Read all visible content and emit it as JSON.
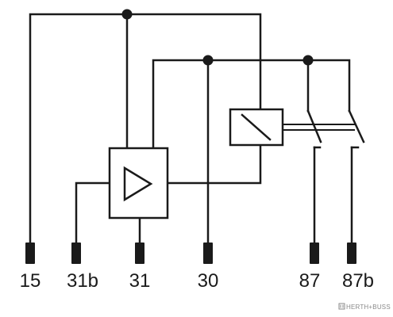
{
  "diagram": {
    "terminals": [
      {
        "id": "15",
        "label": "15"
      },
      {
        "id": "31b",
        "label": "31b"
      },
      {
        "id": "31",
        "label": "31"
      },
      {
        "id": "30",
        "label": "30"
      },
      {
        "id": "87",
        "label": "87"
      },
      {
        "id": "87b",
        "label": "87b"
      }
    ],
    "components": [
      {
        "id": "amplifier",
        "symbol": "triangle-amplifier"
      },
      {
        "id": "relay-coil",
        "symbol": "relay-coil"
      },
      {
        "id": "switch-87",
        "symbol": "normally-open-contact"
      },
      {
        "id": "switch-87b",
        "symbol": "normally-open-contact"
      }
    ],
    "junctions": [
      "top-junction",
      "mid-junction-30",
      "mid-junction-87"
    ]
  },
  "brand": {
    "name": "HERTH+BUSS",
    "logo_icon": "hb-logo-icon"
  },
  "colors": {
    "line": "#1a1a1a",
    "background": "#ffffff",
    "brand_text": "#8a8a8a"
  }
}
